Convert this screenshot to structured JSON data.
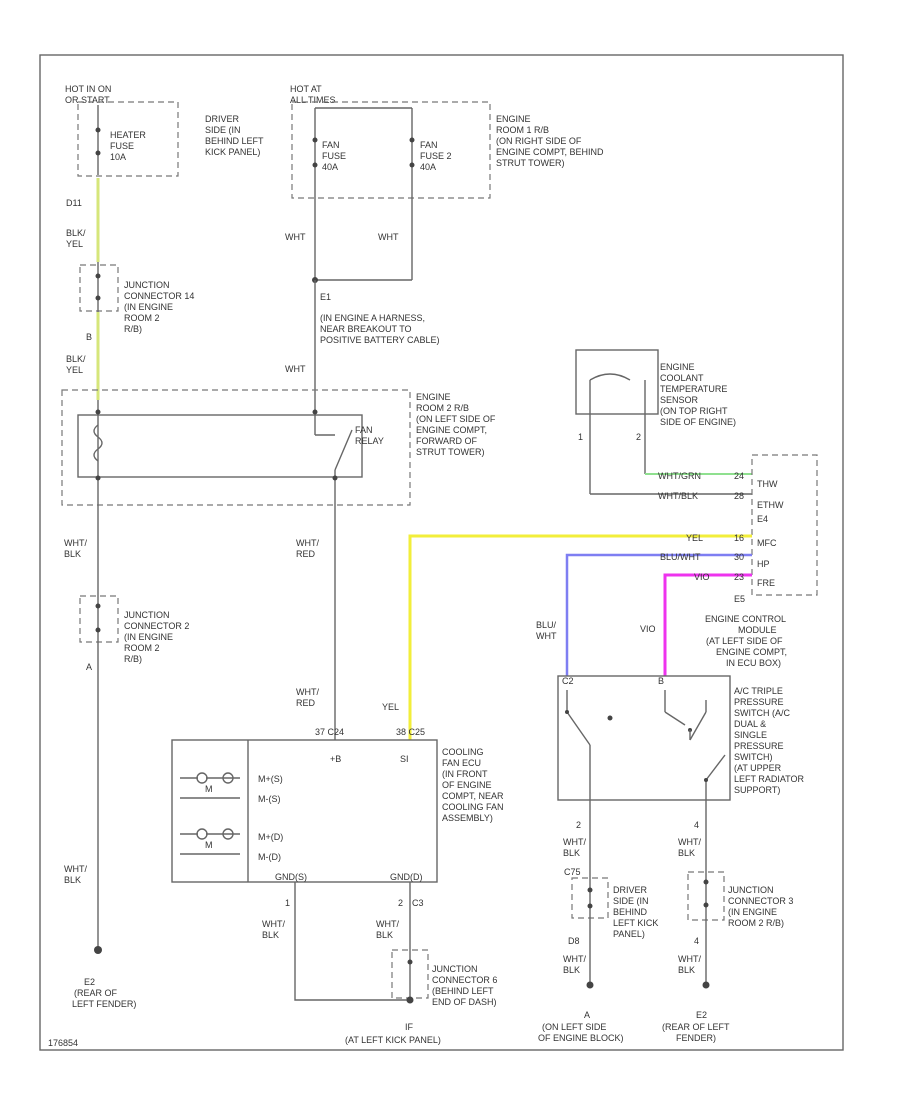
{
  "colors": {
    "yellow": "#f2ee3a",
    "blue": "#7e7ef2",
    "magenta": "#ee33ee",
    "green": "#8fe08f",
    "yellow_green": "#d6e67a",
    "wire": "#666666"
  },
  "power": {
    "hot_run": [
      "HOT IN ON",
      "OR START"
    ],
    "hot_all": [
      "HOT AT",
      "ALL TIMES"
    ]
  },
  "fuses": {
    "heater": [
      "HEATER",
      "FUSE",
      "10A"
    ],
    "fan1": [
      "FAN",
      "FUSE",
      "40A"
    ],
    "fan2": [
      "FAN",
      "FUSE 2",
      "40A"
    ],
    "driver_panel": [
      "DRIVER",
      "SIDE (IN",
      "BEHIND LEFT",
      "KICK PANEL)"
    ],
    "engine_room_rb": [
      "ENGINE",
      "ROOM 1 R/B",
      "(ON RIGHT SIDE OF",
      "ENGINE COMPT, BEHIND",
      "STRUT TOWER)"
    ]
  },
  "wires": {
    "connector_top": "D11",
    "blk_yel": [
      "BLK/",
      "YEL"
    ],
    "b": "B",
    "wht_a": "WHT",
    "wht_b": "WHT",
    "wht_c": "WHT",
    "wht_blk_1": [
      "WHT/",
      "BLK"
    ],
    "wht_red_1": [
      "WHT/",
      "RED"
    ],
    "wht_red_2": [
      "WHT/",
      "RED"
    ],
    "yel": "YEL",
    "wht_blk_2": [
      "WHT/",
      "BLK"
    ],
    "a": "A",
    "blu_wht": [
      "BLU/",
      "WHT"
    ],
    "vio": "VIO",
    "ecu_pin_1": "1",
    "ecu_pin_2": "2",
    "ecu_c3": "C3",
    "wht_blk_3": [
      "WHT/",
      "BLK"
    ],
    "wht_blk_4": [
      "WHT/",
      "BLK"
    ],
    "pin_2": "2",
    "pin_4": "4",
    "wht_blk_5": [
      "WHT/",
      "BLK"
    ],
    "wht_blk_6": [
      "WHT/",
      "BLK"
    ],
    "c75": "C75",
    "d8": "D8",
    "pin_a": "A",
    "pin_4b": "4",
    "wht_blk_7": [
      "WHT/",
      "BLK"
    ],
    "wht_blk_8": [
      "WHT/",
      "BLK"
    ],
    "wht_grn": "WHT/GRN",
    "wht_blk_sensor": "WHT/BLK",
    "yel_e": "YEL",
    "blu_wht_e": "BLU/WHT",
    "vio_e": "VIO",
    "pin_24": "24",
    "pin_28": "28",
    "pin_16": "16",
    "pin_30": "30",
    "pin_23": "23"
  },
  "junctions": {
    "j14": [
      "JUNCTION",
      "CONNECTOR 14",
      "(IN ENGINE",
      "ROOM 2",
      "R/B)"
    ],
    "j2": [
      "JUNCTION",
      "CONNECTOR 2",
      "(IN ENGINE",
      "ROOM 2",
      "R/B)"
    ],
    "j6": [
      "JUNCTION",
      "CONNECTOR 6",
      "(BEHIND LEFT",
      "END OF DASH)"
    ],
    "j3": [
      "JUNCTION",
      "CONNECTOR 3",
      "(IN ENGINE",
      "ROOM 2 R/B)"
    ]
  },
  "e1": [
    "E1",
    "(IN ENGINE A HARNESS,",
    "NEAR BREAKOUT TO",
    "POSITIVE BATTERY CABLE)"
  ],
  "relay": {
    "label": [
      "FAN",
      "RELAY"
    ],
    "engine_room_2": [
      "ENGINE",
      "ROOM 2 R/B",
      "(ON LEFT SIDE OF",
      "ENGINE COMPT,",
      "FORWARD OF",
      "STRUT TOWER)"
    ]
  },
  "sensor": {
    "label": [
      "ENGINE",
      "COOLANT",
      "TEMPERATURE",
      "SENSOR",
      "(ON TOP RIGHT",
      "SIDE OF ENGINE)"
    ],
    "pin1": "1",
    "pin2": "2"
  },
  "ecm": {
    "pins": [
      "THW",
      "ETHW",
      "E4",
      "MFC",
      "HP",
      "FRE",
      "E5"
    ],
    "label": [
      "ENGINE CONTROL",
      "MODULE",
      "(AT LEFT SIDE OF",
      "ENGINE COMPT,",
      "IN ECU BOX)"
    ]
  },
  "fan_ecu": {
    "plus_b": "+B",
    "si": "SI",
    "pin_37": "37 C24",
    "pin_38": "38 C25",
    "m_plus1": "M+(S)",
    "m_minus1": "M-(S)",
    "m_plus2": "M+(D)",
    "m_minus2": "M-(D)",
    "motor1": "M",
    "motor2": "M",
    "gnd1": "GND(S)",
    "gnd2": "GND(D)",
    "label": [
      "COOLING",
      "FAN ECU",
      "(IN FRONT",
      "OF ENGINE",
      "COMPT, NEAR",
      "COOLING FAN",
      "ASSEMBLY)"
    ]
  },
  "pressure_switch": {
    "pin_c": "C2",
    "pin_b": "B",
    "label": [
      "A/C TRIPLE",
      "PRESSURE",
      "SWITCH (A/C",
      "DUAL &",
      "SINGLE",
      "PRESSURE",
      "SWITCH)",
      "(AT UPPER",
      "LEFT RADIATOR",
      "SUPPORT)"
    ]
  },
  "grounds": {
    "e2_left": [
      "E2",
      "(REAR OF",
      "LEFT FENDER)"
    ],
    "if": [
      "IF",
      "(AT LEFT KICK PANEL)"
    ],
    "a_ground": [
      "A",
      "(ON LEFT SIDE",
      "OF ENGINE BLOCK)"
    ],
    "e2_right": [
      "E2",
      "(REAR OF LEFT",
      "FENDER)"
    ],
    "driver_side_kick": [
      "DRIVER",
      "SIDE (IN",
      "BEHIND",
      "LEFT KICK",
      "PANEL)"
    ]
  },
  "footer": "176854"
}
